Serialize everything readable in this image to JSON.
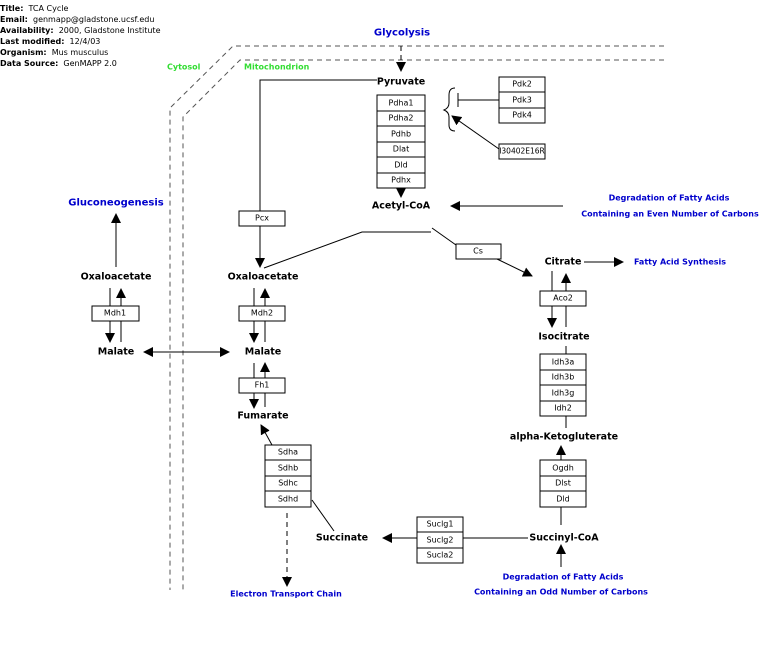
{
  "metadata": {
    "title_label": "Title:",
    "title": "TCA Cycle",
    "email_label": "Email:",
    "email": "genmapp@gladstone.ucsf.edu",
    "availability_label": "Availability:",
    "availability": "2000, Gladstone Institute",
    "last_modified_label": "Last modified:",
    "last_modified": "12/4/03",
    "organism_label": "Organism:",
    "organism": "Mus musculus",
    "data_source_label": "Data Source:",
    "data_source": "GenMAPP 2.0"
  },
  "compartments": {
    "cytosol": "Cytosol",
    "mitochondrion": "Mitochondrion"
  },
  "pathways": {
    "glycolysis": "Glycolysis",
    "gluconeogenesis": "Gluconeogenesis",
    "fatty_acid_even_1": "Degradation of Fatty Acids",
    "fatty_acid_even_2": "Containing an Even Number of Carbons",
    "fatty_acid_synthesis": "Fatty Acid Synthesis",
    "fatty_acid_odd_1": "Degradation of Fatty Acids",
    "fatty_acid_odd_2": "Containing an Odd Number of Carbons",
    "electron_transport": "Electron Transport Chain"
  },
  "metabolites": {
    "pyruvate": "Pyruvate",
    "acetyl_coa": "Acetyl-CoA",
    "oxaloacetate_cyto": "Oxaloacetate",
    "malate_cyto": "Malate",
    "oxaloacetate_mito": "Oxaloacetate",
    "malate_mito": "Malate",
    "fumarate": "Fumarate",
    "succinate": "Succinate",
    "succinyl_coa": "Succinyl-CoA",
    "alpha_ketoglutarate": "alpha-Ketogluterate",
    "isocitrate": "Isocitrate",
    "citrate": "Citrate"
  },
  "genes": {
    "pdh_complex": [
      "Pdha1",
      "Pdha2",
      "Pdhb",
      "Dlat",
      "Dld",
      "Pdhx"
    ],
    "pdk": [
      "Pdk2",
      "Pdk3",
      "Pdk4"
    ],
    "riken": "I30402E16R",
    "pcx": "Pcx",
    "cs": "Cs",
    "aco2": "Aco2",
    "idh": [
      "Idh3a",
      "Idh3b",
      "Idh3g",
      "Idh2"
    ],
    "ogdh_complex": [
      "Ogdh",
      "Dlst",
      "Dld"
    ],
    "sucl": [
      "Suclg1",
      "Suclg2",
      "Sucla2"
    ],
    "sdh": [
      "Sdha",
      "Sdhb",
      "Sdhc",
      "Sdhd"
    ],
    "fh1": "Fh1",
    "mdh2": "Mdh2",
    "mdh1": "Mdh1"
  },
  "colors": {
    "pathway": "#0000cc",
    "compartment": "#33dd33",
    "gene_box": "#ffffff",
    "line": "#000000"
  }
}
